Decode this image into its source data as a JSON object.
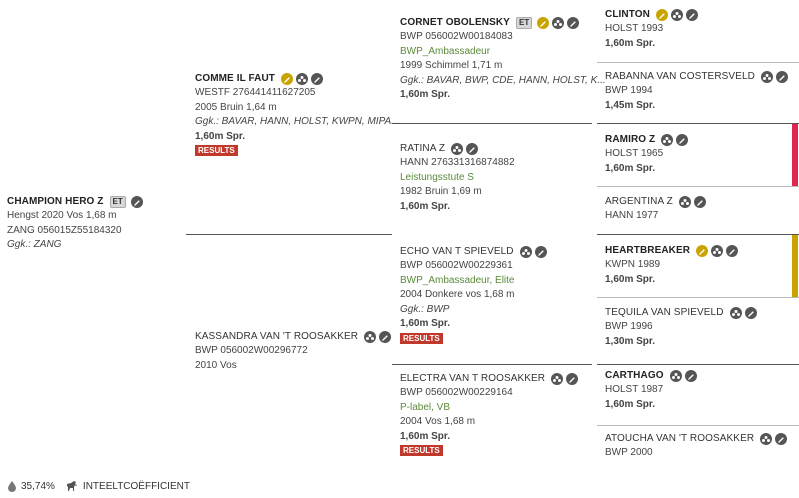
{
  "subject": {
    "name": "CHAMPION HERO Z",
    "lines": [
      "Hengst 2020 Vos 1,68 m",
      "ZANG 056015Z55184320"
    ],
    "ggk": "Ggk.: ZANG",
    "et": "ET"
  },
  "sire": {
    "name": "COMME IL FAUT",
    "lines": [
      "WESTF 276441411627205",
      "2005 Bruin 1,64 m"
    ],
    "ggk": "Ggk.: BAVAR, HANN, HOLST, KWPN, MIPA...",
    "spr": "1,60m Spr.",
    "results": "RESULTS"
  },
  "dam": {
    "name": "KASSANDRA VAN 'T ROOSAKKER",
    "lines": [
      "BWP 056002W00296772",
      "2010 Vos"
    ]
  },
  "ss": {
    "name": "CORNET OBOLENSKY",
    "et": "ET",
    "lines": [
      "BWP 056002W00184083"
    ],
    "green": "BWP_Ambassadeur",
    "lines2": [
      "1999 Schimmel 1,71 m"
    ],
    "ggk": "Ggk.: BAVAR, BWP, CDE, HANN, HOLST, K...",
    "spr": "1,60m Spr."
  },
  "sd": {
    "name": "RATINA Z",
    "lines": [
      "HANN 276331316874882"
    ],
    "green": "Leistungsstute S",
    "lines2": [
      "1982 Bruin 1,69 m"
    ],
    "spr": "1,60m Spr."
  },
  "ds": {
    "name": "ECHO VAN T SPIEVELD",
    "lines": [
      "BWP 056002W00229361"
    ],
    "green": "BWP_Ambassadeur, Elite",
    "lines2": [
      "2004 Donkere vos 1,68 m"
    ],
    "ggk": "Ggk.: BWP",
    "spr": "1,60m Spr.",
    "results": "RESULTS"
  },
  "dd": {
    "name": "ELECTRA VAN T ROOSAKKER",
    "lines": [
      "BWP 056002W00229164"
    ],
    "green": "P-label, VB",
    "lines2": [
      "2004 Vos 1,68 m"
    ],
    "spr": "1,60m Spr.",
    "results": "RESULTS"
  },
  "g1": {
    "name": "CLINTON",
    "line": "HOLST 1993",
    "spr": "1,60m Spr."
  },
  "g2": {
    "name": "RABANNA VAN COSTERSVELD",
    "line": "BWP 1994",
    "spr": "1,45m Spr."
  },
  "g3": {
    "name": "RAMIRO Z",
    "line": "HOLST 1965",
    "spr": "1,60m Spr."
  },
  "g4": {
    "name": "ARGENTINA Z",
    "line": "HANN 1977"
  },
  "g5": {
    "name": "HEARTBREAKER",
    "line": "KWPN 1989",
    "spr": "1,60m Spr."
  },
  "g6": {
    "name": "TEQUILA VAN SPIEVELD",
    "line": "BWP 1996",
    "spr": "1,30m Spr."
  },
  "g7": {
    "name": "CARTHAGO",
    "line": "HOLST 1987",
    "spr": "1,60m Spr."
  },
  "g8": {
    "name": "ATOUCHA VAN 'T ROOSAKKER",
    "line": "BWP 2000"
  },
  "footer": {
    "percent": "35,74%",
    "label": "INTEELTCOËFFICIENT"
  },
  "colors": {
    "ramiro_bar": "#e0284f",
    "heartbreaker_bar": "#c9a400",
    "results": "#c0392b"
  }
}
